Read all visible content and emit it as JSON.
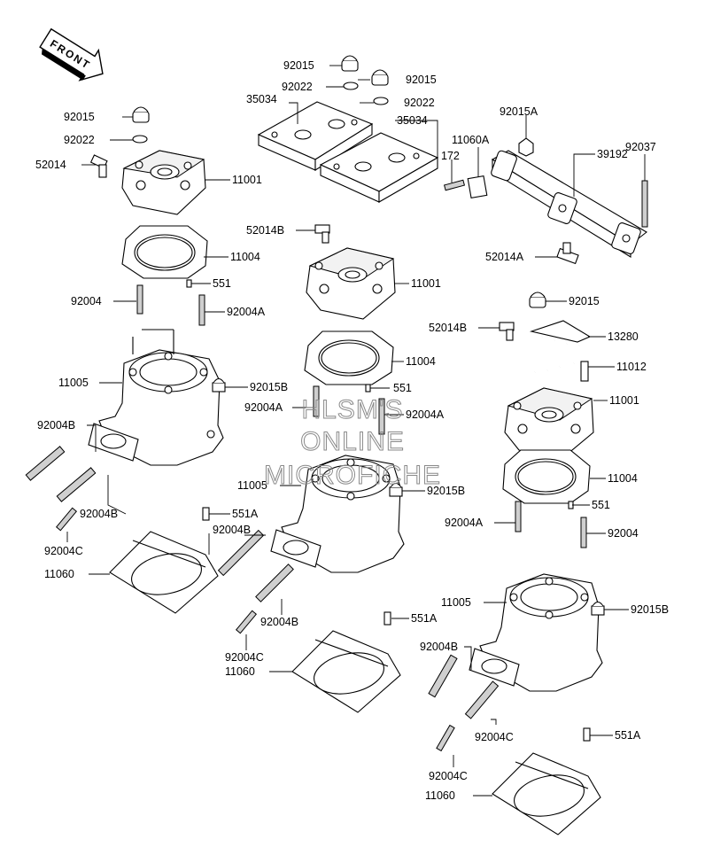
{
  "direction_marker": {
    "text": "FRONT",
    "icon": "front-arrow-icon"
  },
  "watermark": {
    "lines": [
      "HLSM'S",
      "ONLINE",
      "MICROFICHE"
    ]
  },
  "assemblies": {
    "left": {
      "labels": {
        "nut_top": "92015",
        "washer": "92022",
        "fitting": "52014",
        "head": "11001",
        "head_gasket": "11004",
        "stud_a": "92004",
        "pin": "551",
        "stud_b": "92004A",
        "cylinder": "11005",
        "cap_nut": "92015B",
        "stud_c": "92004B",
        "stud_d": "92004B",
        "stud_e": "92004C",
        "base_pin": "551A",
        "base_gasket": "11060"
      }
    },
    "center": {
      "labels": {
        "nut_left": "92015",
        "nut_right": "92015",
        "washer_left": "92022",
        "washer_right": "92022",
        "plate_left": "35034",
        "plate_right": "35034",
        "fitting": "52014B",
        "head": "11001",
        "head_gasket": "11004",
        "pin": "551",
        "stud_a": "92004A",
        "stud_b": "92004A",
        "cylinder": "11005",
        "cap_nut": "92015B",
        "base_pin": "551A",
        "stud_c": "92004B",
        "stud_d": "92004B",
        "stud_e": "92004C",
        "base_gasket": "11060"
      }
    },
    "right": {
      "labels": {
        "manifold_nut": "92015A",
        "hose": "11060A",
        "bolt": "172",
        "manifold": "39192",
        "long_stud": "92037",
        "manifold_fitting": "52014A",
        "nut": "92015",
        "fitting": "52014B",
        "bracket": "13280",
        "small_bolt": "11012",
        "head": "11001",
        "head_gasket": "11004",
        "stud_a": "92004A",
        "pin": "551",
        "stud_b": "92004",
        "cylinder": "11005",
        "cap_nut": "92015B",
        "stud_c": "92004B",
        "stud_d": "92004C",
        "stud_e": "92004C",
        "base_pin": "551A",
        "base_gasket": "11060"
      }
    }
  }
}
